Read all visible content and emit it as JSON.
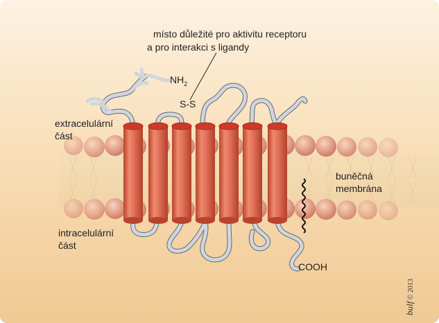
{
  "labels": {
    "site_line1": "místo důležité pro aktivitu receptoru",
    "site_line2": "a pro interakci s ligandy",
    "nh2_main": "NH",
    "nh2_sub": "2",
    "disulfide": "S-S",
    "extra_line1": "extracelulární",
    "extra_line2": "část",
    "intra_line1": "intracelulární",
    "intra_line2": "část",
    "membrane_line1": "buněčná",
    "membrane_line2": "membrána",
    "cooh": "COOH"
  },
  "signature": {
    "author": "bulf",
    "copyright": "© 2013"
  },
  "helices": {
    "count": 7
  },
  "colors": {
    "background_top": "#fdf2e2",
    "background_bottom": "#f0c993",
    "lipid_head": "#e3a08a",
    "helix_body": "#dc6a50",
    "helix_cap": "#cc3a28",
    "loop": "#cfd3d8",
    "anchor": "#111111"
  }
}
